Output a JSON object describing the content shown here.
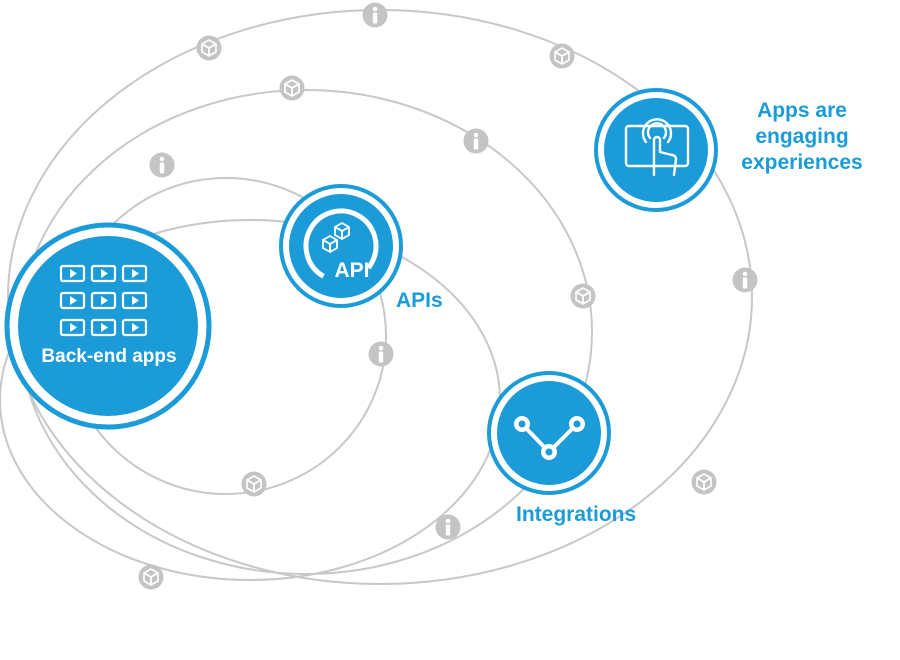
{
  "colors": {
    "accent": "#1b9bd7",
    "orbit": "#c8c8c8",
    "marker": "#c4c4c4",
    "white": "#ffffff"
  },
  "nodes": {
    "backend": {
      "label": "Back-end apps",
      "icon": "video-grid-icon"
    },
    "apis": {
      "label": "APIs",
      "badge": "API",
      "icon": "api-cubes-icon"
    },
    "integrations": {
      "label": "Integrations",
      "icon": "network-nodes-icon"
    },
    "apps": {
      "label": "Apps are engaging experiences",
      "icon": "touch-screen-icon"
    }
  },
  "markers": {
    "info": {
      "glyph": "i",
      "icon": "info-icon"
    },
    "cube": {
      "icon": "cube-icon"
    }
  }
}
